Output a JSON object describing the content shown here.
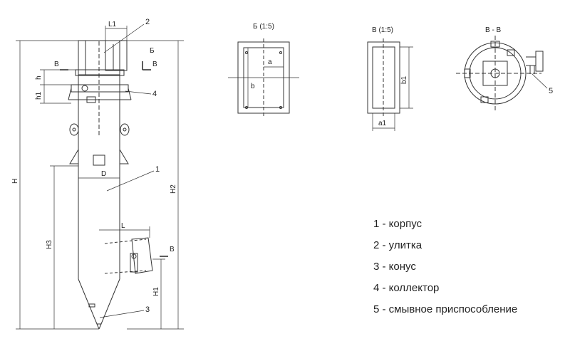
{
  "labels": {
    "callout_1": "1",
    "callout_2": "2",
    "callout_3": "3",
    "callout_4": "4",
    "callout_5": "5",
    "dim_L1": "L1",
    "dim_H": "H",
    "dim_H1": "H1",
    "dim_H2": "H2",
    "dim_H3": "H3",
    "dim_h": "h",
    "dim_h1": "h1",
    "dim_D": "D",
    "dim_L": "L",
    "dim_a": "a",
    "dim_b": "b",
    "dim_a1": "a1",
    "dim_b1": "b1",
    "section_mark_B": "Б",
    "section_mark_V": "В",
    "section_mark_V_lower": "В",
    "view_B_title": "Б (1:5)",
    "view_V_title": "В (1:5)",
    "section_VV_title": "В - В"
  },
  "legend": [
    "1 - корпус",
    "2 - улитка",
    "3 - конус",
    "4 - коллектор",
    "5 - смывное приспособление"
  ]
}
